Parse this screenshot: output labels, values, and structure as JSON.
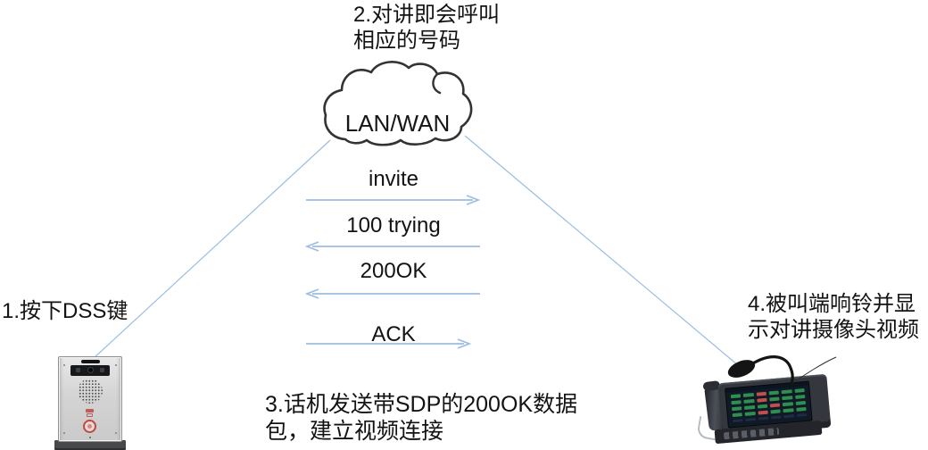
{
  "cloud": {
    "label": "LAN/WAN"
  },
  "steps": {
    "step1": {
      "label": "1.按下DSS键"
    },
    "step2": {
      "line1": "2.对讲即会呼叫",
      "line2": "相应的号码"
    },
    "step3": {
      "line1": "3.话机发送带SDP的200OK数据",
      "line2": "包，建立视频连接"
    },
    "step4": {
      "line1": "4.被叫端响铃并显",
      "line2": "示对讲摄像头视频"
    }
  },
  "messages": [
    {
      "label": "invite",
      "direction": "right"
    },
    {
      "label": "100 trying",
      "direction": "left"
    },
    {
      "label": "200OK",
      "direction": "left"
    },
    {
      "label": "ACK",
      "direction": "right"
    }
  ],
  "devices": {
    "left": "intercom-door-phone",
    "right": "video-ip-phone-with-gooseneck-mic"
  },
  "colors": {
    "connector_blue": "#9bbde2",
    "cloud_stroke": "#333333",
    "dss_green": "#2f8f4e",
    "dss_red": "#c0504d",
    "call_button_red": "#bb4a42"
  }
}
